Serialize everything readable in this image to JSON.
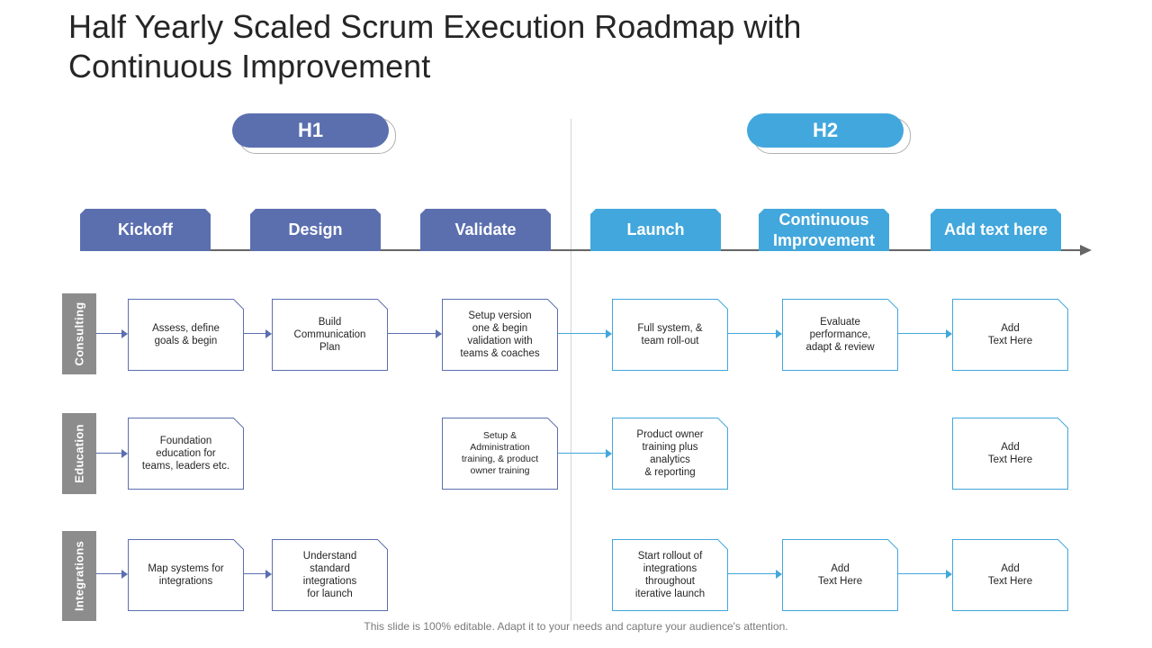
{
  "title": "Half Yearly Scaled Scrum Execution Roadmap with Continuous Improvement",
  "colors": {
    "h1": "#5b6faf",
    "h2": "#42a7dc",
    "row_label": "#8c8c8c",
    "timeline": "#666666"
  },
  "halves": [
    {
      "label": "H1"
    },
    {
      "label": "H2"
    }
  ],
  "phases": [
    {
      "label": "Kickoff"
    },
    {
      "label": "Design"
    },
    {
      "label": "Validate"
    },
    {
      "label": "Launch"
    },
    {
      "label": "Continuous Improvement"
    },
    {
      "label": "Add text here"
    }
  ],
  "rows": [
    {
      "label": "Consulting"
    },
    {
      "label": "Education"
    },
    {
      "label": "Integrations"
    }
  ],
  "cards": {
    "consulting": [
      "Assess, define\ngoals & begin",
      "Build\nCommunication\nPlan",
      "Setup version\none & begin\nvalidation with\nteams & coaches",
      "Full system, &\nteam roll-out",
      "Evaluate\nperformance,\nadapt & review",
      "Add\nText Here"
    ],
    "education": [
      "Foundation\neducation for\nteams, leaders etc.",
      "Setup &\nAdministration\ntraining, & product\nowner training",
      "Product owner\ntraining plus\nanalytics\n& reporting",
      "Add\nText Here"
    ],
    "integrations": [
      "Map systems for\nintegrations",
      "Understand\nstandard\nintegrations\nfor launch",
      "Start rollout of\nintegrations\nthroughout\niterative launch",
      "Add\nText Here",
      "Add\nText Here"
    ]
  },
  "footer": "This slide is 100% editable. Adapt it to your needs and capture your audience's attention."
}
